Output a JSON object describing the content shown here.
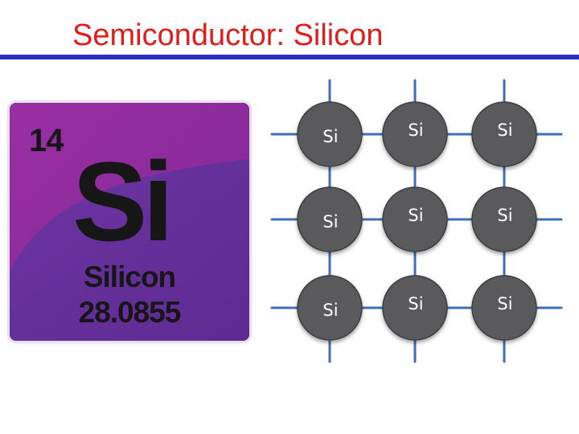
{
  "slide": {
    "title": "Semiconductor: Silicon"
  },
  "element_tile": {
    "atomic_number": "14",
    "symbol": "Si",
    "name": "Silicon",
    "atomic_mass": "28.0855"
  },
  "lattice": {
    "atom_label": "Si",
    "rows": 3,
    "cols": 3,
    "colors": {
      "atom": "#5a5a5c",
      "atom_edge": "#3e3e40",
      "bond": "#3d6fb8",
      "label": "#ffffff"
    }
  },
  "colors": {
    "title": "#e31b1b",
    "title_rule": "#2a2fc4",
    "tile_magenta": "#8d2a9c",
    "tile_purple": "#6a2f9b"
  }
}
